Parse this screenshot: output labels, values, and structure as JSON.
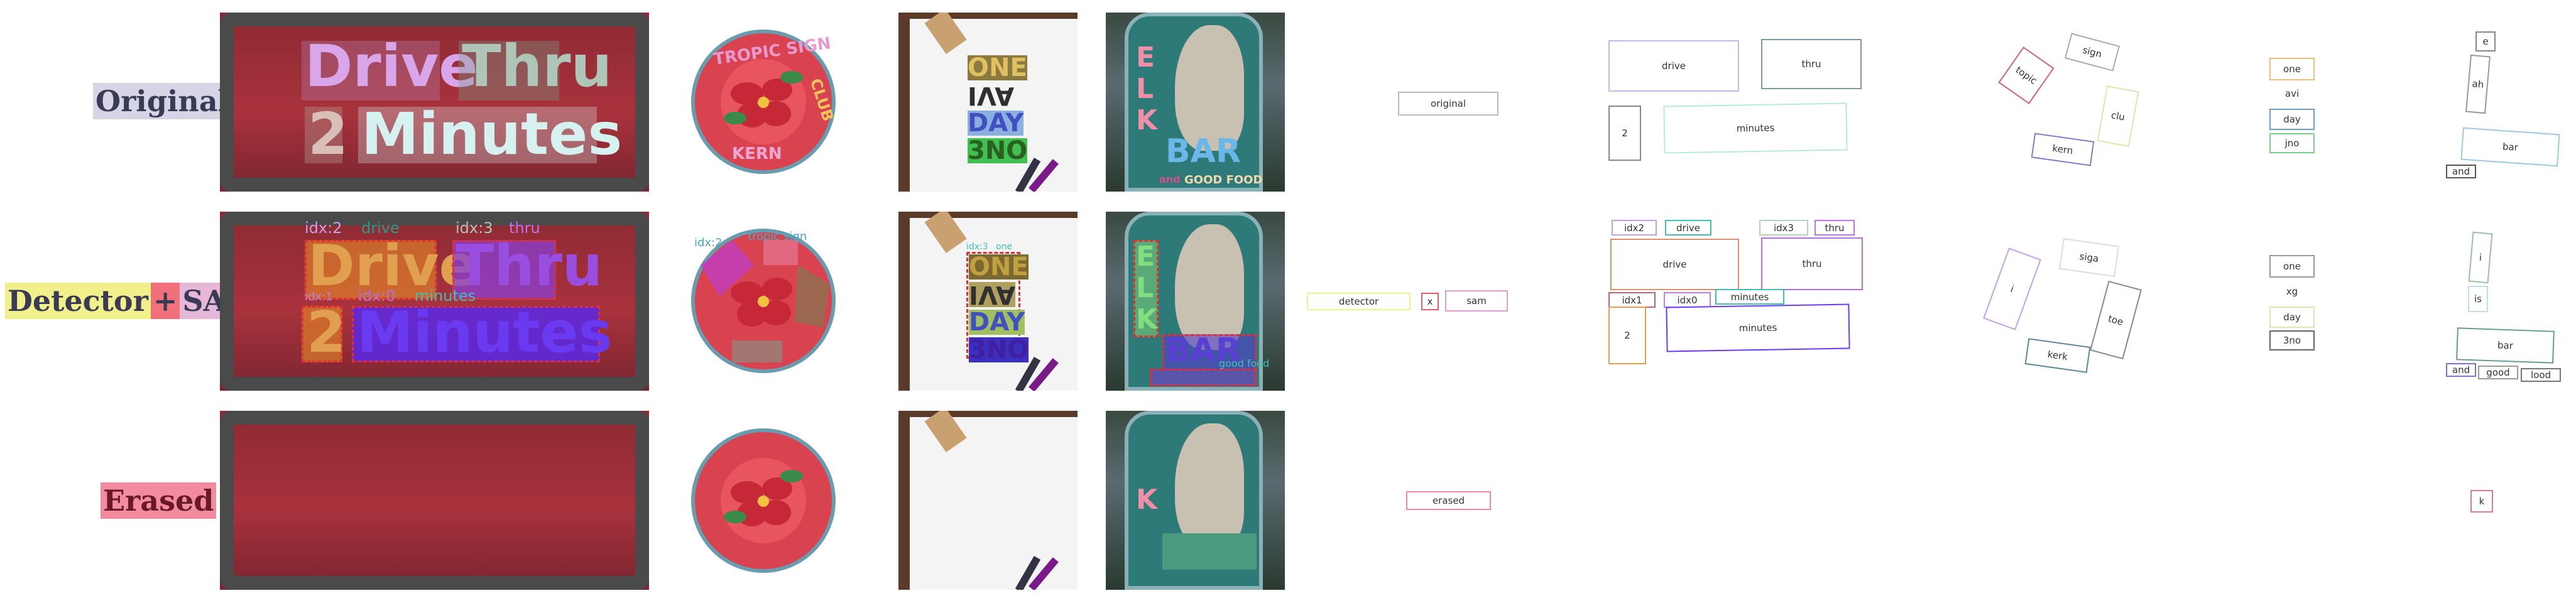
{
  "rows": {
    "original": "Original",
    "detector": "Detector",
    "plus": "+",
    "sam": "SAM",
    "erased": "Erased"
  },
  "sign": {
    "drive": "Drive",
    "thru": "Thru",
    "two": "2",
    "minutes": "Minutes"
  },
  "badge": {
    "text_top": "TROPIC SIGN",
    "text_bottom": "KERN",
    "text_right": "CLUB"
  },
  "notebook": {
    "one": "ONE",
    "avi": "AVI",
    "day": "DAY",
    "jno": "3NO"
  },
  "elk": {
    "letters": [
      "E",
      "L",
      "K"
    ],
    "bar": "BAR",
    "and": "and",
    "good_food": "GOOD FOOD"
  },
  "det_tags": {
    "drive_idx": "idx:2",
    "drive_lbl": "drive",
    "thru_idx": "idx:3",
    "thru_lbl": "thru",
    "two_idx": "idx:1",
    "minutes_idx": "idx:0",
    "minutes_lbl": "minutes",
    "badge_idx": "idx:2",
    "badge_lbl": "tropic sign",
    "note_idx": "idx:3",
    "note_lbl": "one",
    "elk_lbl": "good food"
  },
  "legend": {
    "original": "original",
    "detector": "detector",
    "x": "x",
    "sam": "sam",
    "erased": "erased"
  },
  "wb_row1": {
    "drive": "drive",
    "thru": "thru",
    "two": "2",
    "minutes": "minutes",
    "topic": "topic",
    "sign": "sign",
    "clu": "clu",
    "kern": "kern",
    "one": "one",
    "avi": "avi",
    "day": "day",
    "jno": "jno",
    "e": "e",
    "ah": "ah",
    "and": "and",
    "bar": "bar"
  },
  "wb_row2": {
    "idx2": "idx2",
    "drive_t": "drive",
    "idx3": "idx3",
    "thru_t": "thru",
    "drive": "drive",
    "thru": "thru",
    "idx1": "idx1",
    "idx0": "idx0",
    "minutes_t": "minutes",
    "two": "2",
    "minutes": "minutes",
    "i": "i",
    "siga": "siga",
    "toe": "toe",
    "kerk": "kerk",
    "one": "one",
    "xg": "xg",
    "day": "day",
    "jno": "3no",
    "i2": "i",
    "is": "is",
    "bar": "bar",
    "and": "and",
    "good": "good",
    "lood": "lood"
  },
  "wb_row3": {
    "k": "k"
  },
  "colors": {
    "sign_red": "#a8323c",
    "badge_red": "#d9434f",
    "highlight_purple": "#8a3fd6",
    "detector_yellow": "#f2f08a",
    "sam_pink": "#f0a0c8"
  }
}
